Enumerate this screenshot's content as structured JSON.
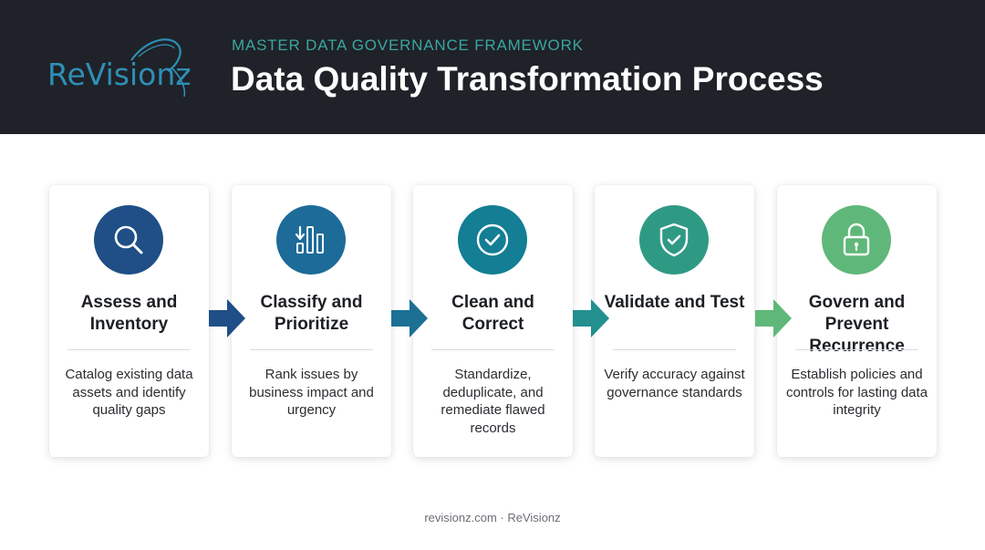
{
  "header": {
    "logo_text": "ReVisionz",
    "eyebrow": "MASTER DATA GOVERNANCE FRAMEWORK",
    "title": "Data Quality Transformation Process"
  },
  "steps": [
    {
      "title": "Assess and Inventory",
      "description": "Catalog existing data assets and identify quality gaps",
      "icon": "magnifier-icon",
      "color": "#1f4f86"
    },
    {
      "title": "Classify and Prioritize",
      "description": "Rank issues by business impact and urgency",
      "icon": "bar-chart-sort-icon",
      "color": "#1d6b99"
    },
    {
      "title": "Clean and Correct",
      "description": "Standardize, deduplicate, and remediate flawed records",
      "icon": "check-circle-icon",
      "color": "#137e94"
    },
    {
      "title": "Validate and Test",
      "description": "Verify accuracy against governance standards",
      "icon": "shield-check-icon",
      "color": "#2f9a84"
    },
    {
      "title": "Govern and Prevent Recurrence",
      "description": "Establish policies and controls for lasting data integrity",
      "icon": "lock-icon",
      "color": "#5fb879"
    }
  ],
  "arrows": [
    "#1f4f86",
    "#1b7093",
    "#23908f",
    "#5fb879"
  ],
  "footer": "revisionz.com · ReVisionz"
}
